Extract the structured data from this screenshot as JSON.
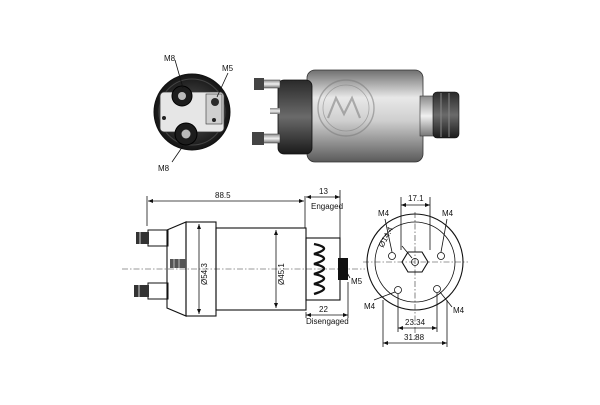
{
  "labels": {
    "terminal_large_top": "M8",
    "terminal_small": "M5",
    "terminal_large_bottom": "M8",
    "side_m5": "M5",
    "m4_top_left": "M4",
    "m4_top_right": "M4",
    "m4_bottom_left": "M4",
    "m4_bottom_right": "M4"
  },
  "dimensions": {
    "overall_length": "88.5",
    "engaged_stroke": "13",
    "engaged_label": "Engaged",
    "disengaged_stroke": "22",
    "disengaged_label": "Disengaged",
    "flange_diameter": "Ø54.3",
    "body_diameter": "Ø45.1",
    "hole_spacing_top": "17.1",
    "hole_circle": "Ø14.4",
    "hole_spacing_bottom": "23.34",
    "width_overall": "31.88"
  }
}
